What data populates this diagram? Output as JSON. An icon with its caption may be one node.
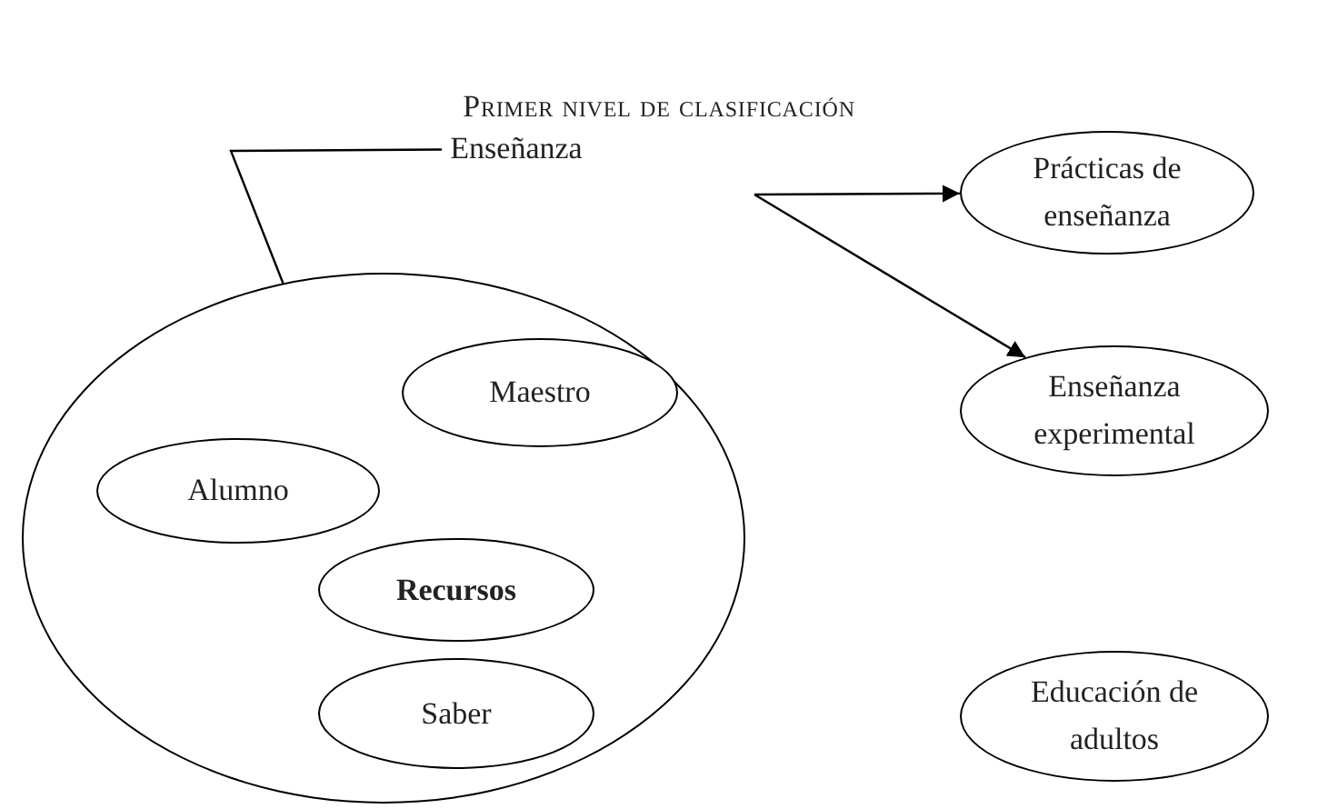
{
  "diagram": {
    "title": "Primer nivel de clasificación",
    "nodes": [
      {
        "text": [
          "Enseñanza"
        ]
      },
      {
        "text": [],
        "shape": "ellipse"
      },
      {
        "text": [
          "Maestro"
        ],
        "in": 1
      },
      {
        "text": [
          "Alumno"
        ],
        "in": 1
      },
      {
        "text": [
          "Recursos"
        ],
        "in": 1
      },
      {
        "text": [
          "Saber"
        ],
        "in": 1
      },
      {
        "text": [
          "Prácticas de enseñanza"
        ]
      },
      {
        "text": [
          "Enseñanza experimental"
        ]
      },
      {
        "text": [
          "Educación de adultos"
        ]
      }
    ],
    "edges": [
      {
        "from": 0,
        "to": 1,
        "arrow": "none"
      },
      {
        "from": null,
        "to": 6,
        "arrow": "to"
      },
      {
        "from": null,
        "to": 7,
        "arrow": "to"
      }
    ]
  }
}
